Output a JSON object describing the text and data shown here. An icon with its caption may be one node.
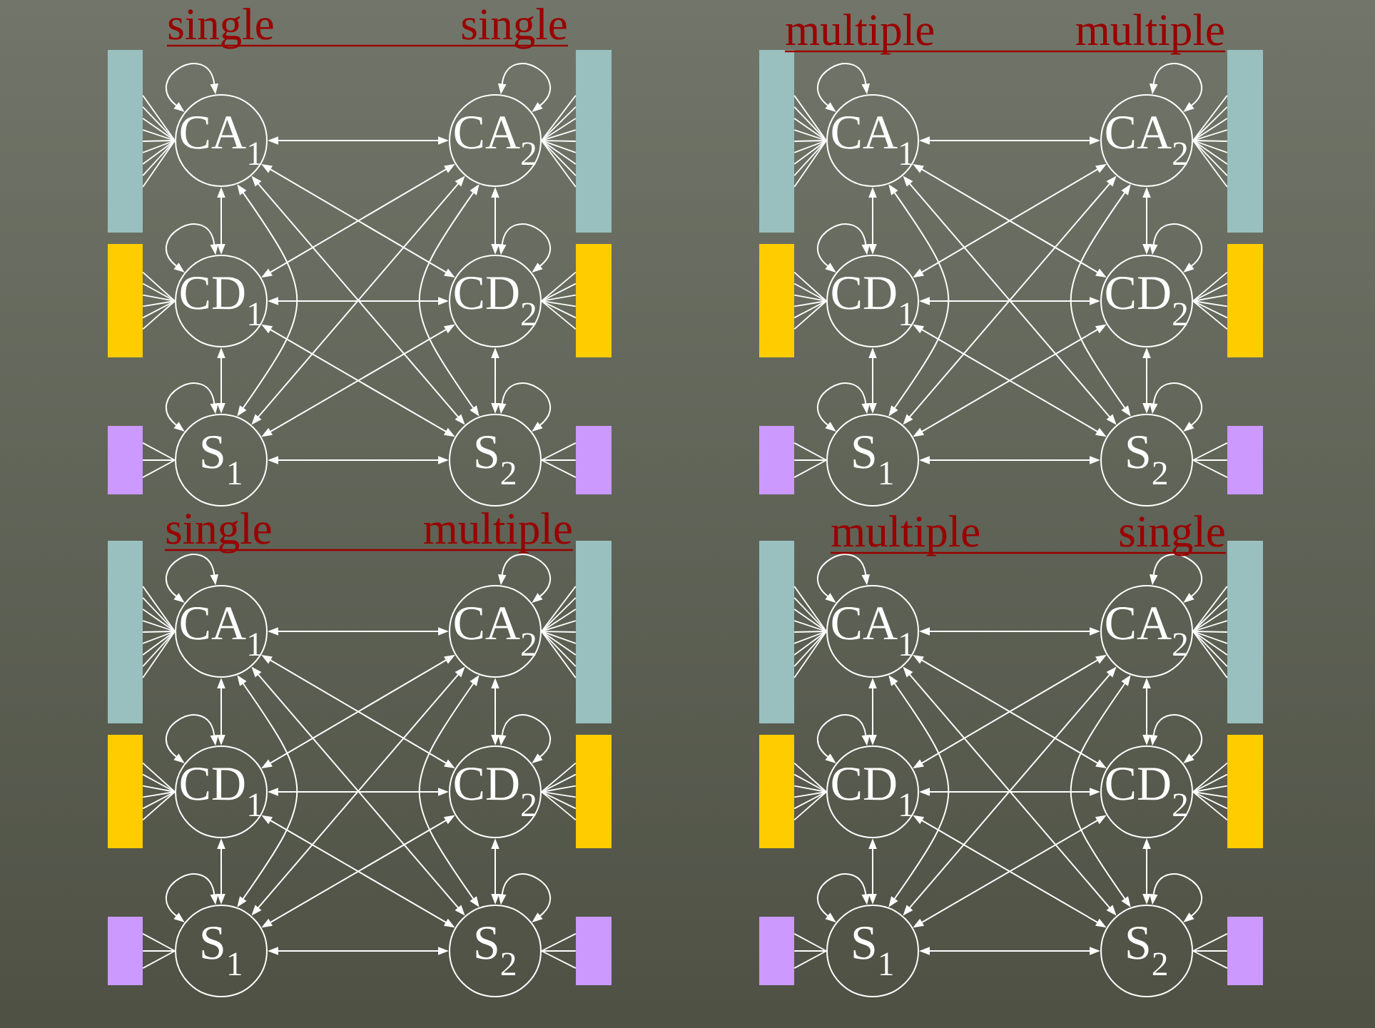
{
  "diagram": {
    "nodes": [
      {
        "text": [],
        "shape": "bar"
      },
      {
        "text": [
          "CA$_{1}$"
        ]
      },
      {
        "text": [
          "CA$_{2}$"
        ]
      },
      {
        "text": [],
        "shape": "bar"
      },
      {
        "text": [],
        "shape": "bar"
      },
      {
        "text": [
          "CD$_{1}$"
        ]
      },
      {
        "text": [
          "CD$_{2}$"
        ]
      },
      {
        "text": [],
        "shape": "bar"
      },
      {
        "text": [],
        "shape": "bar"
      },
      {
        "text": [
          "S$_{1}$"
        ]
      },
      {
        "text": [
          "S$_{2}$"
        ]
      },
      {
        "text": [],
        "shape": "bar"
      },
      {
        "text": [],
        "shape": "bar"
      },
      {
        "text": [
          "CA$_{1}$"
        ]
      },
      {
        "text": [
          "CA$_{2}$"
        ]
      },
      {
        "text": [],
        "shape": "bar"
      },
      {
        "text": [],
        "shape": "bar"
      },
      {
        "text": [
          "CD$_{1}$"
        ]
      },
      {
        "text": [
          "CD$_{2}$"
        ]
      },
      {
        "text": [],
        "shape": "bar"
      },
      {
        "text": [],
        "shape": "bar"
      },
      {
        "text": [
          "S$_{1}$"
        ]
      },
      {
        "text": [
          "S$_{2}$"
        ]
      },
      {
        "text": [],
        "shape": "bar"
      },
      {
        "text": [],
        "shape": "bar"
      },
      {
        "text": [
          "CA$_{1}$"
        ]
      },
      {
        "text": [
          "CA$_{2}$"
        ]
      },
      {
        "text": [],
        "shape": "bar"
      },
      {
        "text": [],
        "shape": "bar"
      },
      {
        "text": [
          "CD$_{1}$"
        ]
      },
      {
        "text": [
          "CD$_{2}$"
        ]
      },
      {
        "text": [],
        "shape": "bar"
      },
      {
        "text": [],
        "shape": "bar"
      },
      {
        "text": [
          "S$_{1}$"
        ]
      },
      {
        "text": [
          "S$_{2}$"
        ]
      },
      {
        "text": [],
        "shape": "bar"
      },
      {
        "text": [],
        "shape": "bar"
      },
      {
        "text": [
          "CA$_{1}$"
        ]
      },
      {
        "text": [
          "CA$_{2}$"
        ]
      },
      {
        "text": [],
        "shape": "bar"
      },
      {
        "text": [],
        "shape": "bar"
      },
      {
        "text": [
          "CD$_{1}$"
        ]
      },
      {
        "text": [
          "CD$_{2}$"
        ]
      },
      {
        "text": [],
        "shape": "bar"
      },
      {
        "text": [],
        "shape": "bar"
      },
      {
        "text": [
          "S$_{1}$"
        ]
      },
      {
        "text": [
          "S$_{2}$"
        ]
      },
      {
        "text": [],
        "shape": "bar"
      }
    ],
    "edges": [
      {
        "from": 0,
        "to": 1,
        "arrow": "none"
      },
      {
        "from": 0,
        "to": 1,
        "arrow": "none"
      },
      {
        "from": 0,
        "to": 1,
        "arrow": "none"
      },
      {
        "from": 0,
        "to": 1,
        "arrow": "none"
      },
      {
        "from": 0,
        "to": 1,
        "arrow": "none"
      },
      {
        "from": 0,
        "to": 1,
        "arrow": "none"
      },
      {
        "from": 0,
        "to": 1,
        "arrow": "none"
      },
      {
        "from": 0,
        "to": 1,
        "arrow": "none"
      },
      {
        "from": 0,
        "to": 1,
        "arrow": "none"
      },
      {
        "from": 3,
        "to": 2,
        "arrow": "none"
      },
      {
        "from": 3,
        "to": 2,
        "arrow": "none"
      },
      {
        "from": 3,
        "to": 2,
        "arrow": "none"
      },
      {
        "from": 3,
        "to": 2,
        "arrow": "none"
      },
      {
        "from": 3,
        "to": 2,
        "arrow": "none"
      },
      {
        "from": 3,
        "to": 2,
        "arrow": "none"
      },
      {
        "from": 3,
        "to": 2,
        "arrow": "none"
      },
      {
        "from": 3,
        "to": 2,
        "arrow": "none"
      },
      {
        "from": 3,
        "to": 2,
        "arrow": "none"
      },
      {
        "from": 4,
        "to": 5,
        "arrow": "none"
      },
      {
        "from": 4,
        "to": 5,
        "arrow": "none"
      },
      {
        "from": 4,
        "to": 5,
        "arrow": "none"
      },
      {
        "from": 4,
        "to": 5,
        "arrow": "none"
      },
      {
        "from": 4,
        "to": 5,
        "arrow": "none"
      },
      {
        "from": 4,
        "to": 5,
        "arrow": "none"
      },
      {
        "from": 7,
        "to": 6,
        "arrow": "none"
      },
      {
        "from": 7,
        "to": 6,
        "arrow": "none"
      },
      {
        "from": 7,
        "to": 6,
        "arrow": "none"
      },
      {
        "from": 7,
        "to": 6,
        "arrow": "none"
      },
      {
        "from": 7,
        "to": 6,
        "arrow": "none"
      },
      {
        "from": 7,
        "to": 6,
        "arrow": "none"
      },
      {
        "from": 8,
        "to": 9,
        "arrow": "none"
      },
      {
        "from": 8,
        "to": 9,
        "arrow": "none"
      },
      {
        "from": 8,
        "to": 9,
        "arrow": "none"
      },
      {
        "from": 11,
        "to": 10,
        "arrow": "none"
      },
      {
        "from": 11,
        "to": 10,
        "arrow": "none"
      },
      {
        "from": 11,
        "to": 10,
        "arrow": "none"
      },
      {
        "from": 1,
        "to": 1,
        "arrow": "both"
      },
      {
        "from": 2,
        "to": 2,
        "arrow": "both"
      },
      {
        "from": 5,
        "to": 5,
        "arrow": "both"
      },
      {
        "from": 6,
        "to": 6,
        "arrow": "both"
      },
      {
        "from": 9,
        "to": 9,
        "arrow": "both"
      },
      {
        "from": 10,
        "to": 10,
        "arrow": "both"
      },
      {
        "from": 1,
        "to": 2,
        "arrow": "both"
      },
      {
        "from": 5,
        "to": 6,
        "arrow": "both"
      },
      {
        "from": 9,
        "to": 10,
        "arrow": "both"
      },
      {
        "from": 1,
        "to": 5,
        "arrow": "both"
      },
      {
        "from": 5,
        "to": 9,
        "arrow": "both"
      },
      {
        "from": 1,
        "to": 9,
        "arrow": "both"
      },
      {
        "from": 2,
        "to": 6,
        "arrow": "both"
      },
      {
        "from": 6,
        "to": 10,
        "arrow": "both"
      },
      {
        "from": 2,
        "to": 10,
        "arrow": "both"
      },
      {
        "from": 1,
        "to": 6,
        "arrow": "both"
      },
      {
        "from": 1,
        "to": 10,
        "arrow": "both"
      },
      {
        "from": 5,
        "to": 2,
        "arrow": "both"
      },
      {
        "from": 5,
        "to": 10,
        "arrow": "both"
      },
      {
        "from": 9,
        "to": 2,
        "arrow": "both"
      },
      {
        "from": 9,
        "to": 6,
        "arrow": "both"
      },
      {
        "from": 12,
        "to": 13,
        "arrow": "none"
      },
      {
        "from": 12,
        "to": 13,
        "arrow": "none"
      },
      {
        "from": 12,
        "to": 13,
        "arrow": "none"
      },
      {
        "from": 12,
        "to": 13,
        "arrow": "none"
      },
      {
        "from": 12,
        "to": 13,
        "arrow": "none"
      },
      {
        "from": 12,
        "to": 13,
        "arrow": "none"
      },
      {
        "from": 12,
        "to": 13,
        "arrow": "none"
      },
      {
        "from": 12,
        "to": 13,
        "arrow": "none"
      },
      {
        "from": 12,
        "to": 13,
        "arrow": "none"
      },
      {
        "from": 15,
        "to": 14,
        "arrow": "none"
      },
      {
        "from": 15,
        "to": 14,
        "arrow": "none"
      },
      {
        "from": 15,
        "to": 14,
        "arrow": "none"
      },
      {
        "from": 15,
        "to": 14,
        "arrow": "none"
      },
      {
        "from": 15,
        "to": 14,
        "arrow": "none"
      },
      {
        "from": 15,
        "to": 14,
        "arrow": "none"
      },
      {
        "from": 15,
        "to": 14,
        "arrow": "none"
      },
      {
        "from": 15,
        "to": 14,
        "arrow": "none"
      },
      {
        "from": 15,
        "to": 14,
        "arrow": "none"
      },
      {
        "from": 16,
        "to": 17,
        "arrow": "none"
      },
      {
        "from": 16,
        "to": 17,
        "arrow": "none"
      },
      {
        "from": 16,
        "to": 17,
        "arrow": "none"
      },
      {
        "from": 16,
        "to": 17,
        "arrow": "none"
      },
      {
        "from": 16,
        "to": 17,
        "arrow": "none"
      },
      {
        "from": 16,
        "to": 17,
        "arrow": "none"
      },
      {
        "from": 19,
        "to": 18,
        "arrow": "none"
      },
      {
        "from": 19,
        "to": 18,
        "arrow": "none"
      },
      {
        "from": 19,
        "to": 18,
        "arrow": "none"
      },
      {
        "from": 19,
        "to": 18,
        "arrow": "none"
      },
      {
        "from": 19,
        "to": 18,
        "arrow": "none"
      },
      {
        "from": 19,
        "to": 18,
        "arrow": "none"
      },
      {
        "from": 20,
        "to": 21,
        "arrow": "none"
      },
      {
        "from": 20,
        "to": 21,
        "arrow": "none"
      },
      {
        "from": 20,
        "to": 21,
        "arrow": "none"
      },
      {
        "from": 23,
        "to": 22,
        "arrow": "none"
      },
      {
        "from": 23,
        "to": 22,
        "arrow": "none"
      },
      {
        "from": 23,
        "to": 22,
        "arrow": "none"
      },
      {
        "from": 13,
        "to": 13,
        "arrow": "both"
      },
      {
        "from": 14,
        "to": 14,
        "arrow": "both"
      },
      {
        "from": 17,
        "to": 17,
        "arrow": "both"
      },
      {
        "from": 18,
        "to": 18,
        "arrow": "both"
      },
      {
        "from": 21,
        "to": 21,
        "arrow": "both"
      },
      {
        "from": 22,
        "to": 22,
        "arrow": "both"
      },
      {
        "from": 13,
        "to": 14,
        "arrow": "both"
      },
      {
        "from": 17,
        "to": 18,
        "arrow": "both"
      },
      {
        "from": 21,
        "to": 22,
        "arrow": "both"
      },
      {
        "from": 13,
        "to": 17,
        "arrow": "both"
      },
      {
        "from": 17,
        "to": 21,
        "arrow": "both"
      },
      {
        "from": 13,
        "to": 21,
        "arrow": "both"
      },
      {
        "from": 14,
        "to": 18,
        "arrow": "both"
      },
      {
        "from": 18,
        "to": 22,
        "arrow": "both"
      },
      {
        "from": 14,
        "to": 22,
        "arrow": "both"
      },
      {
        "from": 13,
        "to": 18,
        "arrow": "both"
      },
      {
        "from": 13,
        "to": 22,
        "arrow": "both"
      },
      {
        "from": 17,
        "to": 14,
        "arrow": "both"
      },
      {
        "from": 17,
        "to": 22,
        "arrow": "both"
      },
      {
        "from": 21,
        "to": 14,
        "arrow": "both"
      },
      {
        "from": 21,
        "to": 18,
        "arrow": "both"
      },
      {
        "from": 24,
        "to": 25,
        "arrow": "none"
      },
      {
        "from": 24,
        "to": 25,
        "arrow": "none"
      },
      {
        "from": 24,
        "to": 25,
        "arrow": "none"
      },
      {
        "from": 24,
        "to": 25,
        "arrow": "none"
      },
      {
        "from": 24,
        "to": 25,
        "arrow": "none"
      },
      {
        "from": 24,
        "to": 25,
        "arrow": "none"
      },
      {
        "from": 24,
        "to": 25,
        "arrow": "none"
      },
      {
        "from": 24,
        "to": 25,
        "arrow": "none"
      },
      {
        "from": 24,
        "to": 25,
        "arrow": "none"
      },
      {
        "from": 27,
        "to": 26,
        "arrow": "none"
      },
      {
        "from": 27,
        "to": 26,
        "arrow": "none"
      },
      {
        "from": 27,
        "to": 26,
        "arrow": "none"
      },
      {
        "from": 27,
        "to": 26,
        "arrow": "none"
      },
      {
        "from": 27,
        "to": 26,
        "arrow": "none"
      },
      {
        "from": 27,
        "to": 26,
        "arrow": "none"
      },
      {
        "from": 27,
        "to": 26,
        "arrow": "none"
      },
      {
        "from": 27,
        "to": 26,
        "arrow": "none"
      },
      {
        "from": 27,
        "to": 26,
        "arrow": "none"
      },
      {
        "from": 28,
        "to": 29,
        "arrow": "none"
      },
      {
        "from": 28,
        "to": 29,
        "arrow": "none"
      },
      {
        "from": 28,
        "to": 29,
        "arrow": "none"
      },
      {
        "from": 28,
        "to": 29,
        "arrow": "none"
      },
      {
        "from": 28,
        "to": 29,
        "arrow": "none"
      },
      {
        "from": 28,
        "to": 29,
        "arrow": "none"
      },
      {
        "from": 31,
        "to": 30,
        "arrow": "none"
      },
      {
        "from": 31,
        "to": 30,
        "arrow": "none"
      },
      {
        "from": 31,
        "to": 30,
        "arrow": "none"
      },
      {
        "from": 31,
        "to": 30,
        "arrow": "none"
      },
      {
        "from": 31,
        "to": 30,
        "arrow": "none"
      },
      {
        "from": 31,
        "to": 30,
        "arrow": "none"
      },
      {
        "from": 32,
        "to": 33,
        "arrow": "none"
      },
      {
        "from": 32,
        "to": 33,
        "arrow": "none"
      },
      {
        "from": 32,
        "to": 33,
        "arrow": "none"
      },
      {
        "from": 35,
        "to": 34,
        "arrow": "none"
      },
      {
        "from": 35,
        "to": 34,
        "arrow": "none"
      },
      {
        "from": 35,
        "to": 34,
        "arrow": "none"
      },
      {
        "from": 25,
        "to": 25,
        "arrow": "both"
      },
      {
        "from": 26,
        "to": 26,
        "arrow": "both"
      },
      {
        "from": 29,
        "to": 29,
        "arrow": "both"
      },
      {
        "from": 30,
        "to": 30,
        "arrow": "both"
      },
      {
        "from": 33,
        "to": 33,
        "arrow": "both"
      },
      {
        "from": 34,
        "to": 34,
        "arrow": "both"
      },
      {
        "from": 25,
        "to": 26,
        "arrow": "both"
      },
      {
        "from": 29,
        "to": 30,
        "arrow": "both"
      },
      {
        "from": 33,
        "to": 34,
        "arrow": "both"
      },
      {
        "from": 25,
        "to": 29,
        "arrow": "both"
      },
      {
        "from": 29,
        "to": 33,
        "arrow": "both"
      },
      {
        "from": 25,
        "to": 33,
        "arrow": "both"
      },
      {
        "from": 26,
        "to": 30,
        "arrow": "both"
      },
      {
        "from": 30,
        "to": 34,
        "arrow": "both"
      },
      {
        "from": 26,
        "to": 34,
        "arrow": "both"
      },
      {
        "from": 25,
        "to": 30,
        "arrow": "both"
      },
      {
        "from": 25,
        "to": 34,
        "arrow": "both"
      },
      {
        "from": 29,
        "to": 26,
        "arrow": "both"
      },
      {
        "from": 29,
        "to": 34,
        "arrow": "both"
      },
      {
        "from": 33,
        "to": 26,
        "arrow": "both"
      },
      {
        "from": 33,
        "to": 30,
        "arrow": "both"
      },
      {
        "from": 36,
        "to": 37,
        "arrow": "none"
      },
      {
        "from": 36,
        "to": 37,
        "arrow": "none"
      },
      {
        "from": 36,
        "to": 37,
        "arrow": "none"
      },
      {
        "from": 36,
        "to": 37,
        "arrow": "none"
      },
      {
        "from": 36,
        "to": 37,
        "arrow": "none"
      },
      {
        "from": 36,
        "to": 37,
        "arrow": "none"
      },
      {
        "from": 36,
        "to": 37,
        "arrow": "none"
      },
      {
        "from": 36,
        "to": 37,
        "arrow": "none"
      },
      {
        "from": 36,
        "to": 37,
        "arrow": "none"
      },
      {
        "from": 39,
        "to": 38,
        "arrow": "none"
      },
      {
        "from": 39,
        "to": 38,
        "arrow": "none"
      },
      {
        "from": 39,
        "to": 38,
        "arrow": "none"
      },
      {
        "from": 39,
        "to": 38,
        "arrow": "none"
      },
      {
        "from": 39,
        "to": 38,
        "arrow": "none"
      },
      {
        "from": 39,
        "to": 38,
        "arrow": "none"
      },
      {
        "from": 39,
        "to": 38,
        "arrow": "none"
      },
      {
        "from": 39,
        "to": 38,
        "arrow": "none"
      },
      {
        "from": 39,
        "to": 38,
        "arrow": "none"
      },
      {
        "from": 40,
        "to": 41,
        "arrow": "none"
      },
      {
        "from": 40,
        "to": 41,
        "arrow": "none"
      },
      {
        "from": 40,
        "to": 41,
        "arrow": "none"
      },
      {
        "from": 40,
        "to": 41,
        "arrow": "none"
      },
      {
        "from": 40,
        "to": 41,
        "arrow": "none"
      },
      {
        "from": 40,
        "to": 41,
        "arrow": "none"
      },
      {
        "from": 43,
        "to": 42,
        "arrow": "none"
      },
      {
        "from": 43,
        "to": 42,
        "arrow": "none"
      },
      {
        "from": 43,
        "to": 42,
        "arrow": "none"
      },
      {
        "from": 43,
        "to": 42,
        "arrow": "none"
      },
      {
        "from": 43,
        "to": 42,
        "arrow": "none"
      },
      {
        "from": 43,
        "to": 42,
        "arrow": "none"
      },
      {
        "from": 44,
        "to": 45,
        "arrow": "none"
      },
      {
        "from": 44,
        "to": 45,
        "arrow": "none"
      },
      {
        "from": 44,
        "to": 45,
        "arrow": "none"
      },
      {
        "from": 47,
        "to": 46,
        "arrow": "none"
      },
      {
        "from": 47,
        "to": 46,
        "arrow": "none"
      },
      {
        "from": 47,
        "to": 46,
        "arrow": "none"
      },
      {
        "from": 37,
        "to": 37,
        "arrow": "both"
      },
      {
        "from": 38,
        "to": 38,
        "arrow": "both"
      },
      {
        "from": 41,
        "to": 41,
        "arrow": "both"
      },
      {
        "from": 42,
        "to": 42,
        "arrow": "both"
      },
      {
        "from": 45,
        "to": 45,
        "arrow": "both"
      },
      {
        "from": 46,
        "to": 46,
        "arrow": "both"
      },
      {
        "from": 37,
        "to": 38,
        "arrow": "both"
      },
      {
        "from": 41,
        "to": 42,
        "arrow": "both"
      },
      {
        "from": 45,
        "to": 46,
        "arrow": "both"
      },
      {
        "from": 37,
        "to": 41,
        "arrow": "both"
      },
      {
        "from": 41,
        "to": 45,
        "arrow": "both"
      },
      {
        "from": 37,
        "to": 45,
        "arrow": "both"
      },
      {
        "from": 38,
        "to": 42,
        "arrow": "both"
      },
      {
        "from": 42,
        "to": 46,
        "arrow": "both"
      },
      {
        "from": 38,
        "to": 46,
        "arrow": "both"
      },
      {
        "from": 37,
        "to": 42,
        "arrow": "both"
      },
      {
        "from": 37,
        "to": 46,
        "arrow": "both"
      },
      {
        "from": 41,
        "to": 38,
        "arrow": "both"
      },
      {
        "from": 41,
        "to": 46,
        "arrow": "both"
      },
      {
        "from": 45,
        "to": 38,
        "arrow": "both"
      },
      {
        "from": 45,
        "to": 42,
        "arrow": "both"
      }
    ],
    "labels": [
      "single",
      "single",
      "multiple",
      "multiple",
      "single",
      "multiple",
      "multiple",
      "single"
    ]
  }
}
